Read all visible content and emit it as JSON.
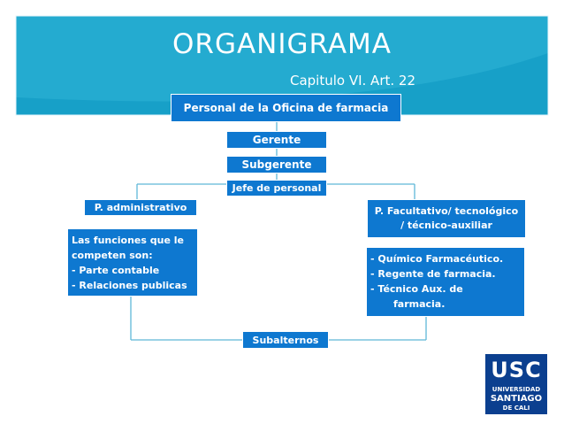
{
  "title": "ORGANIGRAMA",
  "subtitle": "Capitulo VI. Art. 22",
  "nodes": {
    "top": "Personal de la Oficina de farmacia",
    "gerente": "Gerente",
    "subgerente": "Subgerente",
    "jefe": "Jefe de personal",
    "admin": "P. administrativo",
    "facultativo": "P. Facultativo/ tecnológico / técnico-auxiliar",
    "subalternos": "Subalternos"
  },
  "admin_functions": {
    "intro1": "Las funciones que le",
    "intro2": "competen son:",
    "item1": "-   Parte contable",
    "item2": "-   Relaciones publicas"
  },
  "facultativo_roles": {
    "item1": "-     Químico Farmacéutico.",
    "item2": "-     Regente de farmacia.",
    "item3": "-     Técnico Aux. de",
    "item3b": "farmacia."
  },
  "logo": {
    "name": "USC",
    "line1": "UNIVERSIDAD",
    "line2": "SANTIAGO",
    "line3": "DE CALI"
  },
  "colors": {
    "header": "#17a0c8",
    "box": "#0e78d0",
    "line": "#5fb8d8",
    "logo": "#0b3f8f"
  }
}
